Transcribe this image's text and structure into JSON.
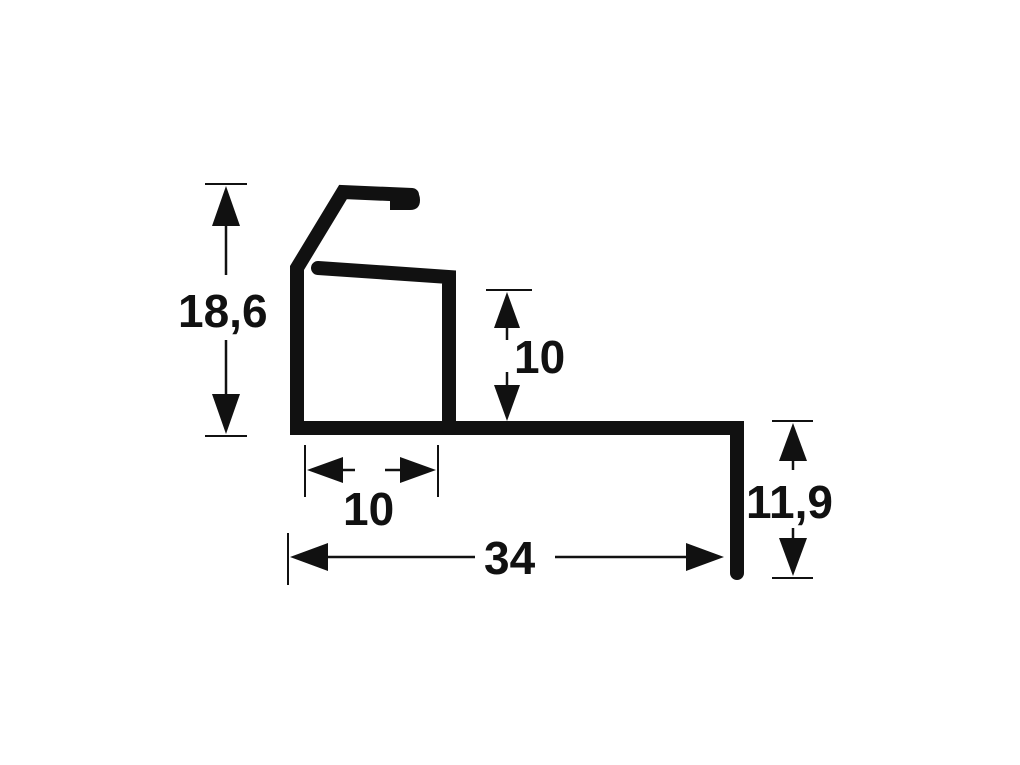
{
  "diagram": {
    "dimensions": {
      "total_height": "18,6",
      "step_height": "10",
      "box_width": "10",
      "total_width": "34",
      "leg_height": "11,9"
    }
  }
}
